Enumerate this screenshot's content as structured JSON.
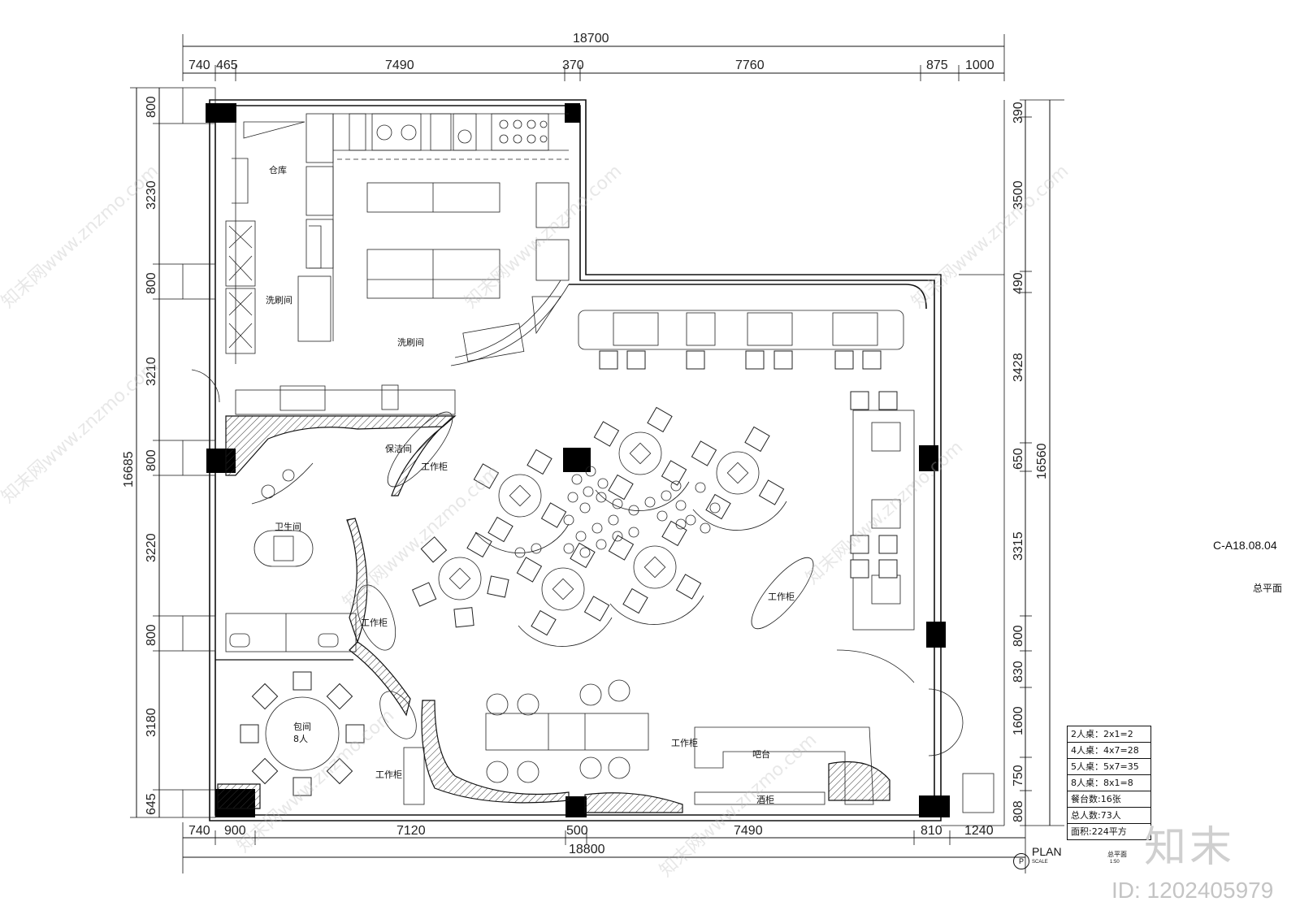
{
  "dimensions": {
    "top_total": "18700",
    "top_segments": [
      "740",
      "465",
      "7490",
      "370",
      "7760",
      "875",
      "1000"
    ],
    "bottom_total": "18800",
    "bottom_segments": [
      "740",
      "900",
      "7120",
      "500",
      "7490",
      "810",
      "1240"
    ],
    "left_total": "16685",
    "left_segments": [
      "800",
      "3230",
      "800",
      "3210",
      "800",
      "3220",
      "800",
      "3180",
      "645"
    ],
    "right_total": "16560",
    "right_segments": [
      "390",
      "3500",
      "490",
      "3428",
      "650",
      "3315",
      "800",
      "830",
      "1600",
      "750",
      "808"
    ]
  },
  "rooms": {
    "storage": "仓库",
    "washroom_left": "洗刷间",
    "washroom_center": "洗刷间",
    "cleaning": "保洁间",
    "restroom": "卫生间",
    "private_room": "包间",
    "private_room_seats": "8人",
    "bar": "吧台",
    "wine_cabinet": "酒柜",
    "work_cabinet_1": "工作柜",
    "work_cabinet_2": "工作柜",
    "work_cabinet_3": "工作柜",
    "work_cabinet_4": "工作柜",
    "work_cabinet_5": "工作柜"
  },
  "legend": [
    "2人桌：2x1=2",
    "4人桌：4x7=28",
    "5人桌：5x7=35",
    "8人桌：8x1=8",
    "餐台数:16张",
    "总人数:73人",
    "面积:224平方"
  ],
  "title_block": {
    "code": "C-A18.08.04",
    "code_subtitle": "总平面",
    "plan_label": "PLAN",
    "plan_scale_label": "SCALE",
    "plan_name": "总平面",
    "plan_scale": "1:50",
    "plan_symbol": "P"
  },
  "watermark": {
    "brand": "知末",
    "id": "ID: 1202405979",
    "site": "知末网www.znzmo.com"
  }
}
